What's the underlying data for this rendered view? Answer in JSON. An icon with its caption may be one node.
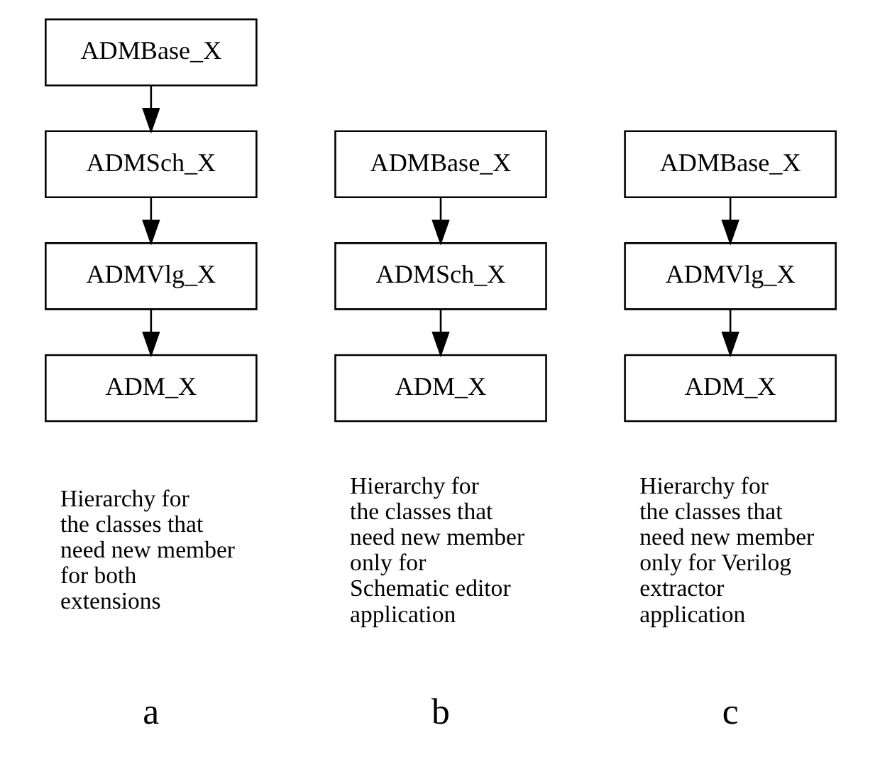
{
  "diagram": {
    "nodes": [
      {
        "text": [
          "ADMBase_X"
        ]
      },
      {
        "text": [
          "ADMSch_X"
        ]
      },
      {
        "text": [
          "ADMVlg_X"
        ]
      },
      {
        "text": [
          "ADM_X"
        ]
      },
      {
        "text": [
          "ADMBase_X"
        ]
      },
      {
        "text": [
          "ADMSch_X"
        ]
      },
      {
        "text": [
          "ADM_X"
        ]
      },
      {
        "text": [
          "ADMBase_X"
        ]
      },
      {
        "text": [
          "ADMVlg_X"
        ]
      },
      {
        "text": [
          "ADM_X"
        ]
      }
    ],
    "edges": [
      {
        "from": 0,
        "to": 1,
        "arrow": "to"
      },
      {
        "from": 1,
        "to": 2,
        "arrow": "to"
      },
      {
        "from": 2,
        "to": 3,
        "arrow": "to"
      },
      {
        "from": 4,
        "to": 5,
        "arrow": "to"
      },
      {
        "from": 5,
        "to": 6,
        "arrow": "to"
      },
      {
        "from": 7,
        "to": 8,
        "arrow": "to"
      },
      {
        "from": 8,
        "to": 9,
        "arrow": "to"
      }
    ],
    "labels": [
      "Hierarchy for the classes that need new member only for Schematic editor application",
      "Hierarchy for the classes that need new member only for Verilog extractor application",
      "Hierarchy for the classes that need new member for both extensions",
      "a",
      "b",
      "c"
    ]
  }
}
